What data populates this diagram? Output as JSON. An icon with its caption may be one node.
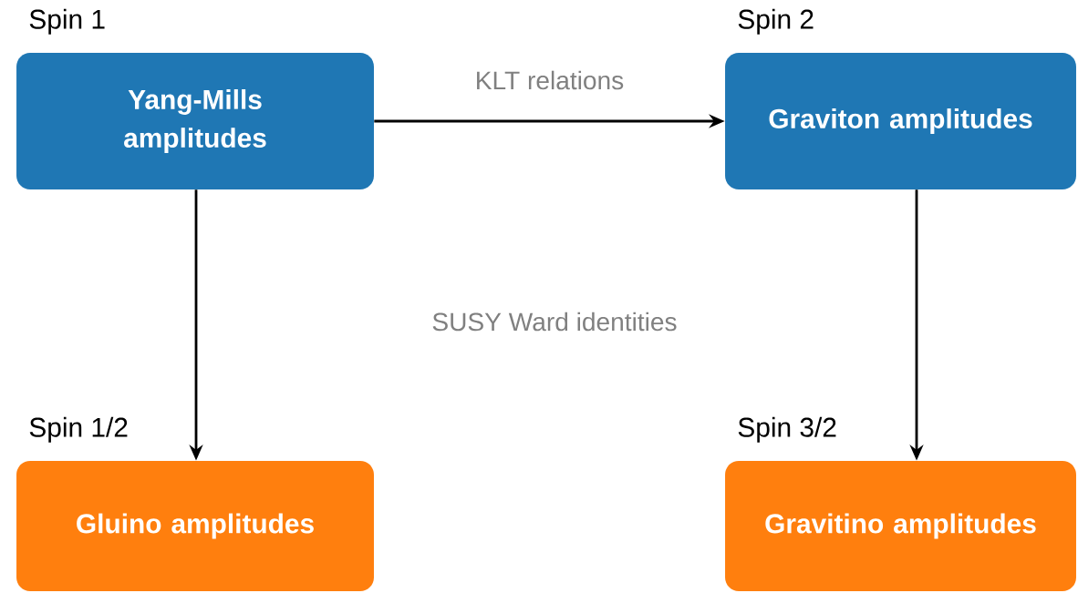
{
  "diagram": {
    "nodes": [
      {
        "text": [
          "Spin 1",
          "Yang-Mills amplitudes"
        ]
      },
      {
        "text": [
          "Spin 2",
          "Graviton amplitudes"
        ]
      },
      {
        "text": [
          "Spin 1/2",
          "Gluino amplitudes"
        ]
      },
      {
        "text": [
          "Spin 3/2",
          "Gravitino amplitudes"
        ]
      }
    ],
    "edges": [
      {
        "from": 0,
        "to": 1,
        "arrow": "to",
        "label": "KLT relations"
      },
      {
        "from": 0,
        "to": 2,
        "arrow": "to"
      },
      {
        "from": 1,
        "to": 3,
        "arrow": "to"
      }
    ],
    "labels": [
      "SUSY Ward identities"
    ]
  }
}
